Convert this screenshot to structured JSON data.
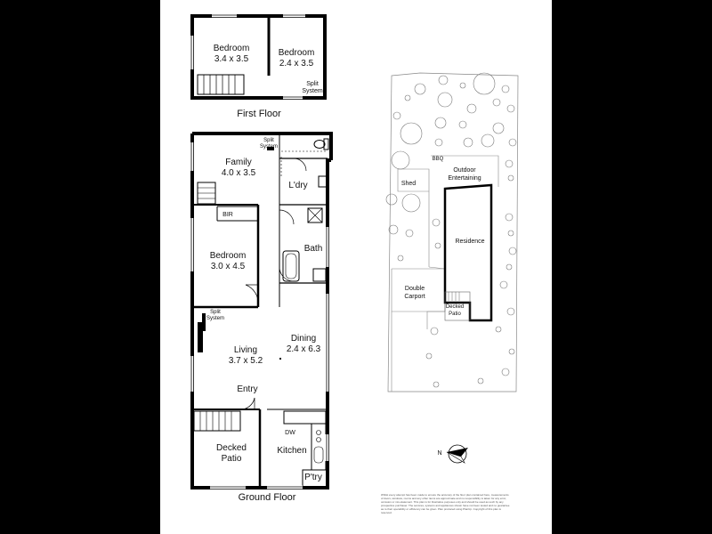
{
  "first_floor": {
    "caption": "First Floor",
    "rooms": [
      {
        "name": "Bedroom",
        "size": "3.4 x 3.5"
      },
      {
        "name": "Bedroom",
        "size": "2.4 x 3.5"
      }
    ],
    "split_system": [
      "Split",
      "System"
    ]
  },
  "ground_floor": {
    "caption": "Ground Floor",
    "split_system_top": [
      "Split",
      "System"
    ],
    "split_system_living": [
      "Split",
      "System"
    ],
    "family": {
      "name": "Family",
      "size": "4.0 x 3.5"
    },
    "laundry": "L'dry",
    "bir": "BIR",
    "bedroom": {
      "name": "Bedroom",
      "size": "3.0 x 4.5"
    },
    "bath": "Bath",
    "living": {
      "name": "Living",
      "size": "3.7 x 5.2"
    },
    "dining": {
      "name": "Dining",
      "size": "2.4 x 6.3"
    },
    "entry": "Entry",
    "decked_patio": [
      "Decked",
      "Patio"
    ],
    "kitchen": "Kitchen",
    "dw": "DW",
    "pantry": "P'try"
  },
  "site_plan": {
    "bbq": "BBQ",
    "outdoor_entertaining": [
      "Outdoor",
      "Entertaining"
    ],
    "shed": "Shed",
    "residence": "Residence",
    "double_carport": [
      "Double",
      "Carport"
    ],
    "decked_patio": [
      "Decked",
      "Patio"
    ]
  },
  "compass": {
    "label": "N"
  },
  "disclaimer": [
    "Whilst every attempt has been made to ensure the accuracy of the floor plan contained here, measurements",
    "of doors, windows, rooms and any other items are approximate and no responsibility is taken for any error,",
    "omission or mis-statement. This plan is for illustrative purposes only and should be used as such by any",
    "prospective purchaser. The services, systems and appliances shown have not been tested and no guarantee",
    "as to their operability or efficiency can be given. Plan produced using PlanUp. Copyright of this plan is",
    "reserved."
  ]
}
